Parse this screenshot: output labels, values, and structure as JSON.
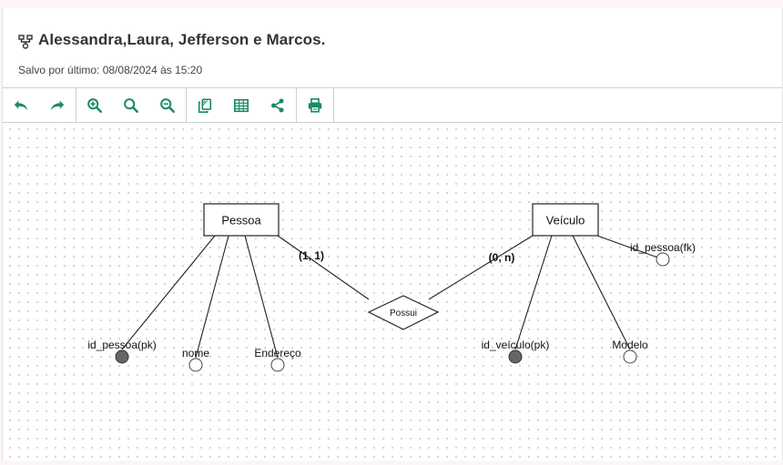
{
  "header": {
    "title": "Alessandra,Laura, Jefferson e Marcos.",
    "subtitle": "Salvo por último: 08/08/2024 às 15:20"
  },
  "toolbar": {
    "groups": [
      [
        {
          "name": "undo-button",
          "icon": "undo-icon"
        },
        {
          "name": "redo-button",
          "icon": "redo-icon"
        }
      ],
      [
        {
          "name": "zoom-in-button",
          "icon": "zoom-in-icon"
        },
        {
          "name": "zoom-fit-button",
          "icon": "search-icon"
        },
        {
          "name": "zoom-out-button",
          "icon": "zoom-out-icon"
        }
      ],
      [
        {
          "name": "duplicate-button",
          "icon": "copy-icon"
        },
        {
          "name": "table-button",
          "icon": "table-icon"
        },
        {
          "name": "share-button",
          "icon": "share-icon"
        }
      ],
      [
        {
          "name": "print-button",
          "icon": "print-icon"
        }
      ]
    ]
  },
  "colors": {
    "accent": "#1a8a66",
    "title": "#333333"
  },
  "diagram": {
    "entities": {
      "pessoa": "Pessoa",
      "veiculo": "Veículo"
    },
    "relationship": "Possui",
    "cardinalities": {
      "left": "(1, 1)",
      "right": "(0, n)"
    },
    "attributes": {
      "id_pessoa_pk": "id_pessoa(pk)",
      "nome": "nome",
      "endereco": "Endereço",
      "id_veiculo_pk": "id_veículo(pk)",
      "modelo": "Modelo",
      "id_pessoa_fk": "id_pessoa(fk)"
    }
  }
}
